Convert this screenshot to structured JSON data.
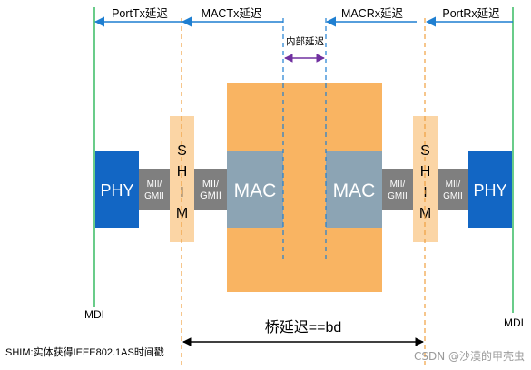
{
  "delays": {
    "port_tx": "PortTx延迟",
    "mac_tx": "MACTx延迟",
    "mac_rx": "MACRx延迟",
    "port_rx": "PortRx延迟",
    "internal": "内部延迟"
  },
  "left": {
    "phy": "PHY",
    "mii_top": "MII/",
    "mii_bottom": "GMII",
    "shim": [
      "S",
      "H",
      "I",
      "M"
    ],
    "mii2_top": "MII/",
    "mii2_bottom": "GMII",
    "mac": "MAC"
  },
  "right": {
    "mac": "MAC",
    "mii_top": "MII/",
    "mii_bottom": "GMII",
    "shim": [
      "S",
      "H",
      "I",
      "M"
    ],
    "mii2_top": "MII/",
    "mii2_bottom": "GMII",
    "phy": "PHY"
  },
  "mdi_left": "MDI",
  "mdi_right": "MDI",
  "bridge_delay": "桥延迟==bd",
  "shim_note": "SHIM:实体获得IEEE802.1AS时间戳",
  "watermark": "CSDN @沙漠的甲壳虫",
  "colors": {
    "blue_arrow": "#1f7fd1",
    "green_line": "#19b04a",
    "orange_dashed": "#f0a040",
    "shim_fill": "#fbd5a5",
    "mac_body": "#f9b462",
    "mac_core": "#8ca4b4",
    "mii_gray": "#7f7f7f",
    "phy_blue": "#1266c4",
    "purple": "#7030a0"
  }
}
